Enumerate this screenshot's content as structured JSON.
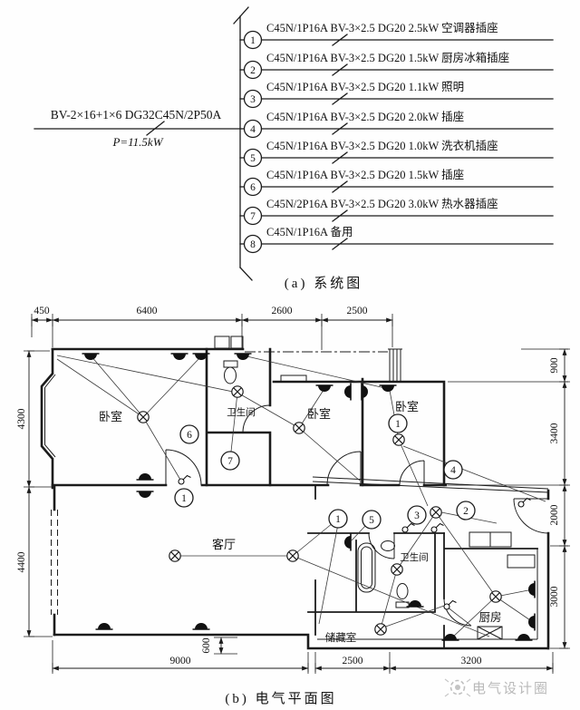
{
  "system": {
    "feed_spec": "BV-2×16+1×6 DG32C45N/2P50A",
    "feed_power": "P=11.5kW",
    "circuits": [
      {
        "num": "1",
        "label": "C45N/1P16A BV-3×2.5 DG20 2.5kW 空调器插座"
      },
      {
        "num": "2",
        "label": "C45N/1P16A BV-3×2.5 DG20 1.5kW 厨房冰箱插座"
      },
      {
        "num": "3",
        "label": "C45N/1P16A BV-3×2.5 DG20 1.1kW 照明"
      },
      {
        "num": "4",
        "label": "C45N/1P16A BV-3×2.5 DG20 2.0kW 插座"
      },
      {
        "num": "5",
        "label": "C45N/1P16A BV-3×2.5 DG20 1.0kW 洗衣机插座"
      },
      {
        "num": "6",
        "label": "C45N/1P16A BV-3×2.5 DG20 1.5kW 插座"
      },
      {
        "num": "7",
        "label": "C45N/2P16A BV-3×2.5 DG20 3.0kW 热水器插座"
      },
      {
        "num": "8",
        "label": "C45N/1P16A 备用"
      }
    ],
    "caption": "(a) 系统图"
  },
  "plan": {
    "caption": "(b) 电气平面图",
    "rooms": {
      "bedroom1": "卧室",
      "bedroom2": "卧室",
      "bedroom3": "卧室",
      "bath1": "卫生间",
      "bath2": "卫生间",
      "living": "客厅",
      "kitchen": "厨房",
      "storage": "储藏室"
    },
    "dims": {
      "top": [
        "450",
        "6400",
        "2600",
        "2500"
      ],
      "left": [
        "4300",
        "4400"
      ],
      "right": [
        "900",
        "3400",
        "2000",
        "3000"
      ],
      "bottom": [
        "9000",
        "600",
        "2500",
        "3200"
      ]
    },
    "markers": {
      "m6": "6",
      "m7": "7",
      "m1a": "1",
      "m1b": "1",
      "m1c": "1",
      "m4": "4",
      "m5": "5",
      "m3": "3",
      "m2": "2"
    },
    "symbols": {
      "light": "ceiling-lamp-symbol",
      "socket": "wall-socket-symbol",
      "switch": "switch-symbol"
    }
  },
  "watermark": "电气设计圈",
  "colors": {
    "ink": "#1c1c1c",
    "background": "#ffffff",
    "watermark": "#b9b9b9"
  }
}
